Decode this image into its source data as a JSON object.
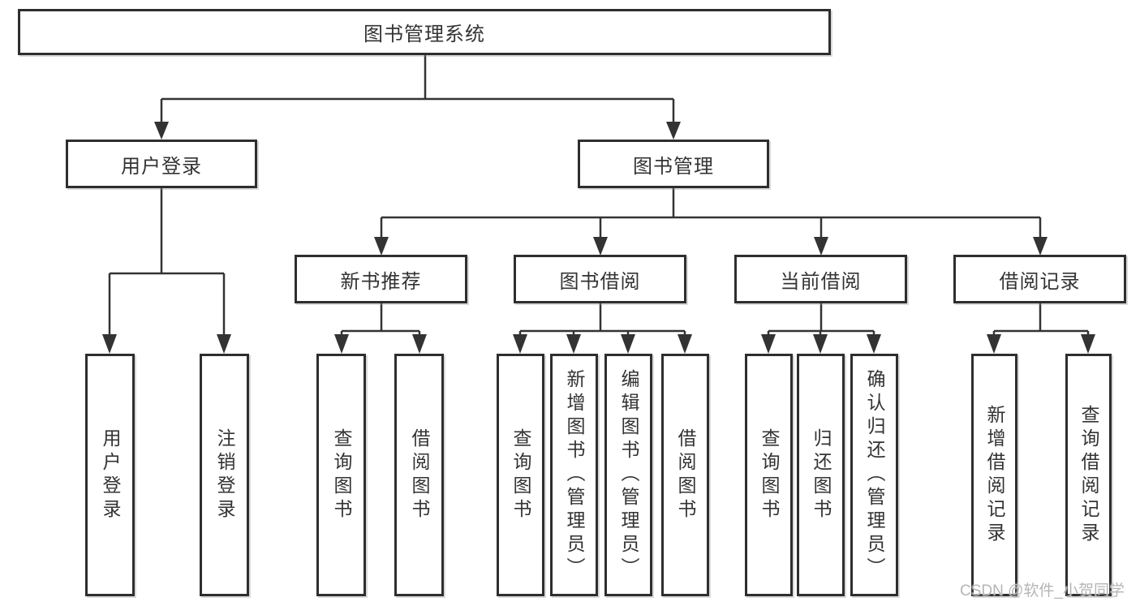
{
  "diagram": {
    "type": "hierarchy-tree",
    "orientation": "top-down"
  },
  "colors": {
    "background": "#ffffff",
    "line": "#333333",
    "box_border": "#2e2e2e",
    "box_fill": "#ffffff",
    "text": "#333333",
    "watermark": "#b5b5b5"
  },
  "tree": {
    "label": "图书管理系统",
    "children": [
      {
        "label": "用户登录",
        "children": [
          {
            "label": "用户登录"
          },
          {
            "label": "注销登录"
          }
        ]
      },
      {
        "label": "图书管理",
        "children": [
          {
            "label": "新书推荐",
            "children": [
              {
                "label": "查询图书"
              },
              {
                "label": "借阅图书"
              }
            ]
          },
          {
            "label": "图书借阅",
            "children": [
              {
                "label": "查询图书"
              },
              {
                "label": "新增图书（管理员）"
              },
              {
                "label": "编辑图书（管理员）"
              },
              {
                "label": "借阅图书"
              }
            ]
          },
          {
            "label": "当前借阅",
            "children": [
              {
                "label": "查询图书"
              },
              {
                "label": "归还图书"
              },
              {
                "label": "确认归还（管理员）"
              }
            ]
          },
          {
            "label": "借阅记录",
            "children": [
              {
                "label": "新增借阅记录"
              },
              {
                "label": "查询借阅记录"
              }
            ]
          }
        ]
      }
    ]
  },
  "watermark": {
    "text": "CSDN @软件_小贺同学"
  }
}
